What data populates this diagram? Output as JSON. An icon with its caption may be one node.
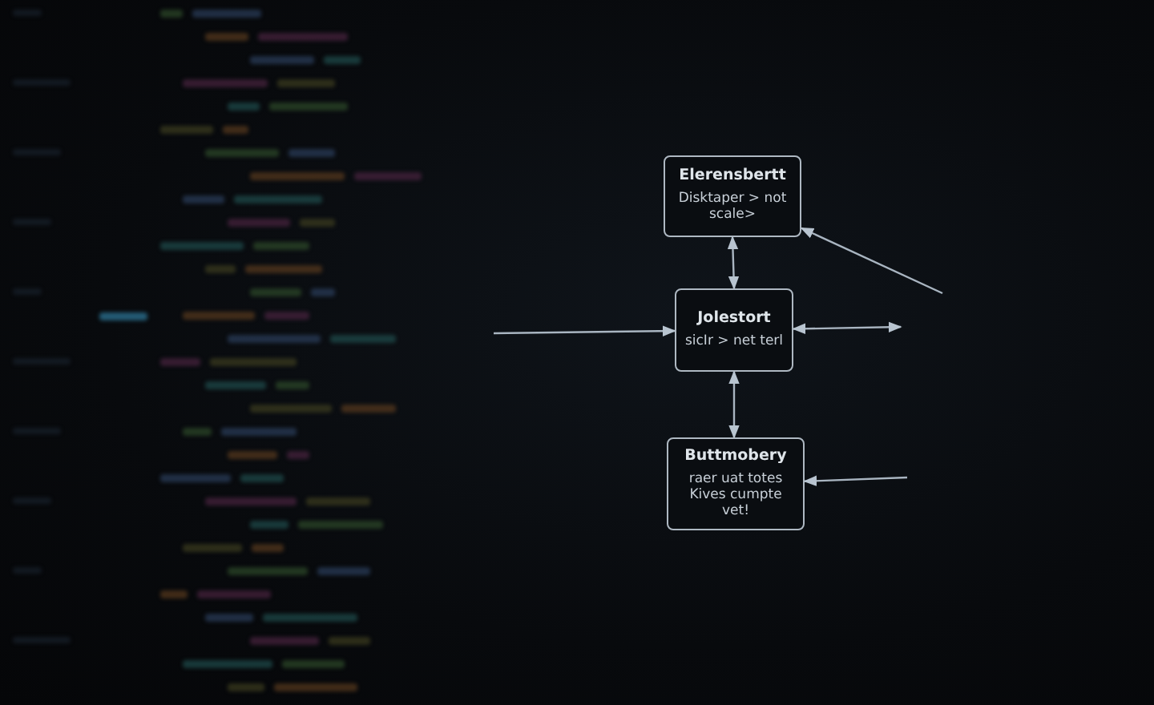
{
  "diagram": {
    "nodes": [
      {
        "text": [
          "Elerensbertt",
          "Disktaper > not scale>"
        ]
      },
      {
        "text": [
          "Jolestort",
          "sicIr > net terl"
        ]
      },
      {
        "text": [
          "Buttmobery",
          "raer uat totes Kives cumpte vet!"
        ]
      }
    ],
    "edges": [
      {
        "from": 0,
        "to": 1,
        "arrow": "both"
      },
      {
        "from": 1,
        "to": 2,
        "arrow": "both"
      },
      {
        "from": null,
        "to": 1,
        "arrow": "to"
      },
      {
        "from": 1,
        "to": null,
        "arrow": "both"
      },
      {
        "from": null,
        "to": 0,
        "arrow": "to"
      },
      {
        "from": null,
        "to": 2,
        "arrow": "to"
      }
    ]
  }
}
